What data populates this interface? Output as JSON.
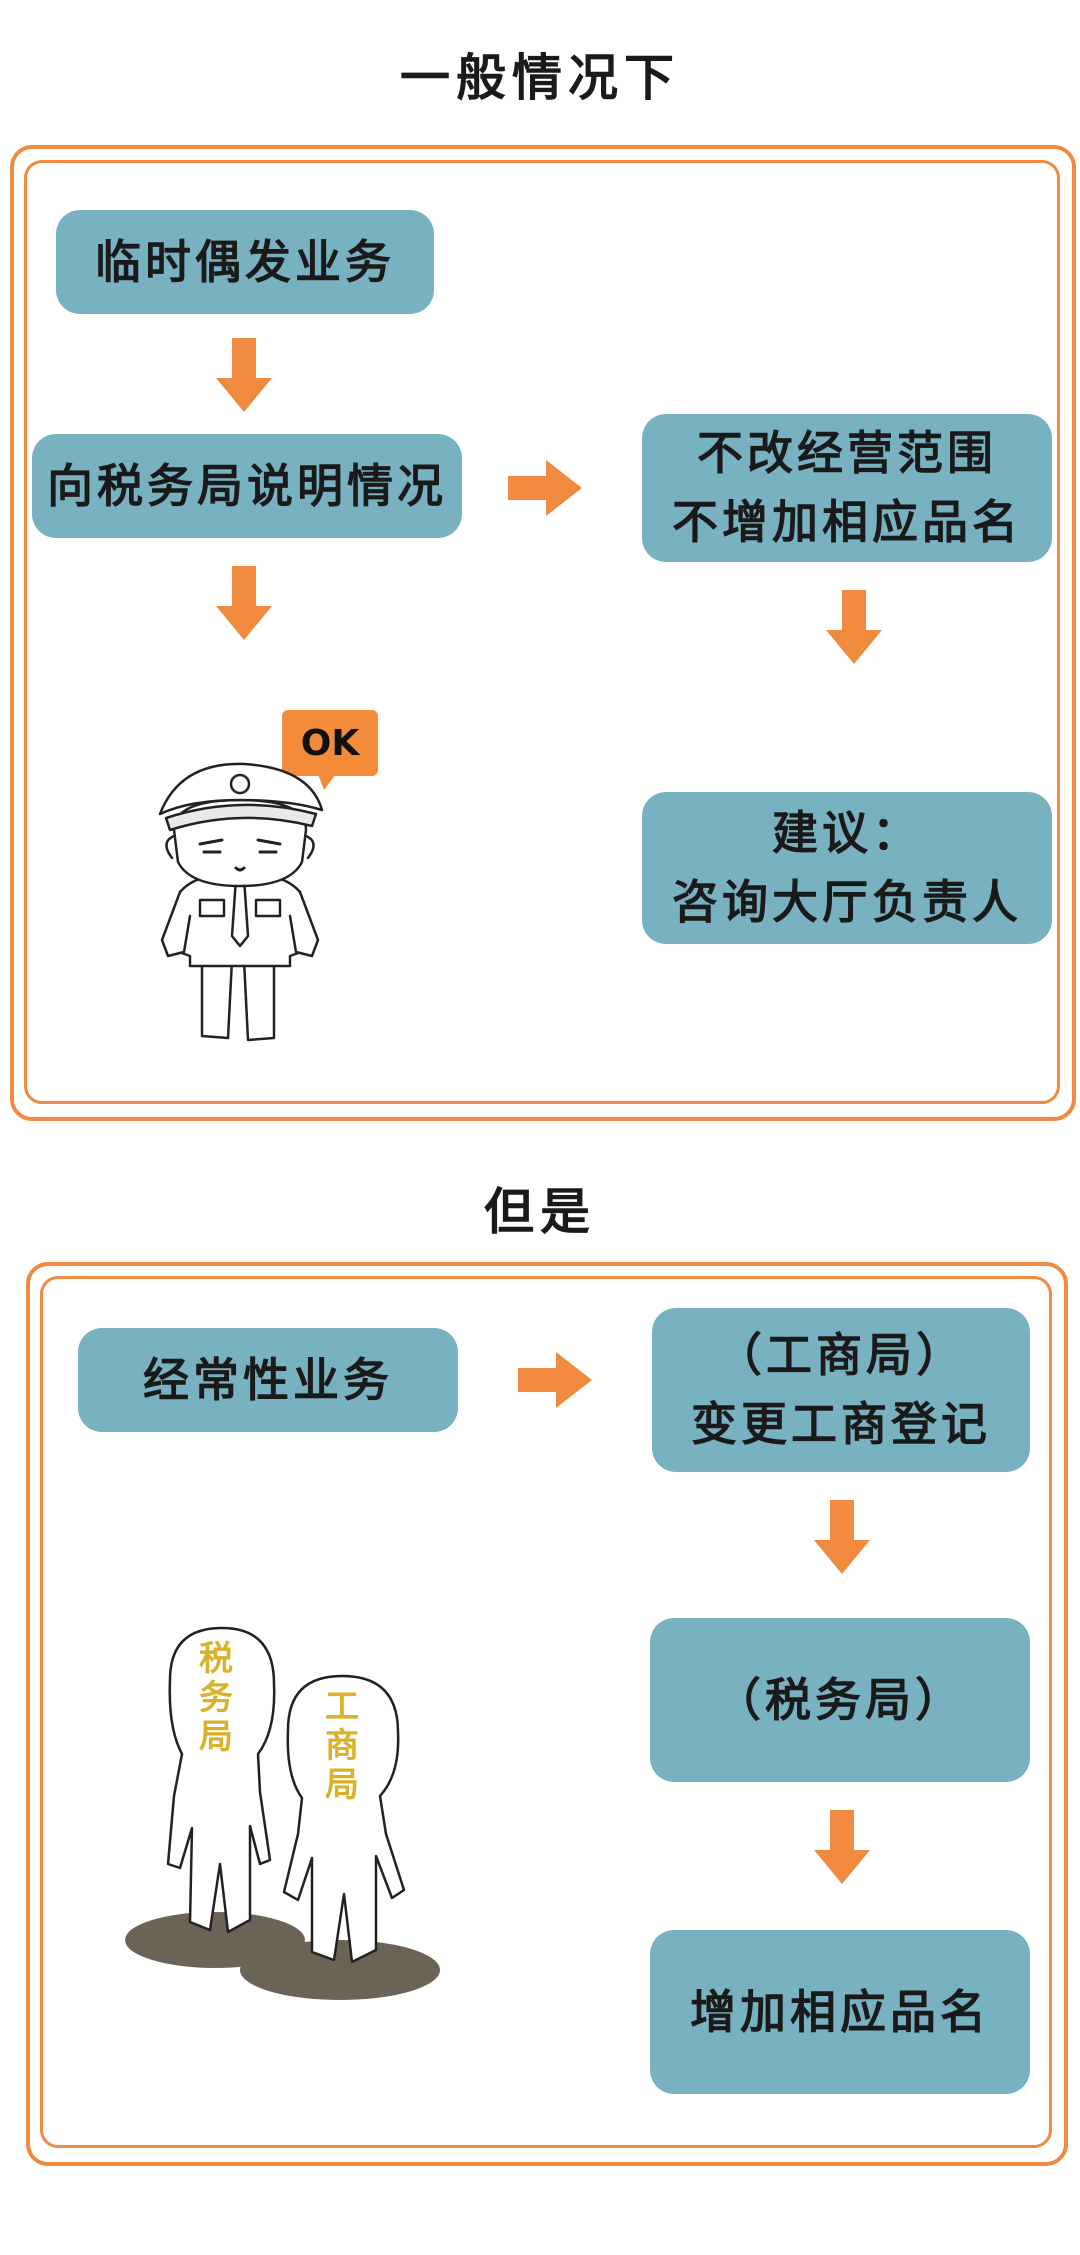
{
  "section1": {
    "heading": "一般情况下",
    "box_occasional": "临时偶发业务",
    "box_explain": "向税务局说明情况",
    "box_no_change_line1": "不改经营范围",
    "box_no_change_line2": "不增加相应品名",
    "box_suggest_line1": "建议：",
    "box_suggest_line2": "咨询大厅负责人",
    "bubble": "OK"
  },
  "section2": {
    "heading": "但是",
    "box_regular": "经常性业务",
    "box_industry_line1": "（工商局）",
    "box_industry_line2": "变更工商登记",
    "box_tax": "（税务局）",
    "box_add": "增加相应品名",
    "figure_tax_label": "税务局",
    "figure_industry_label": "工商局"
  },
  "colors": {
    "accent": "#ef8a3f",
    "box": "#78b2c1",
    "figure_label": "#d7b22a"
  }
}
